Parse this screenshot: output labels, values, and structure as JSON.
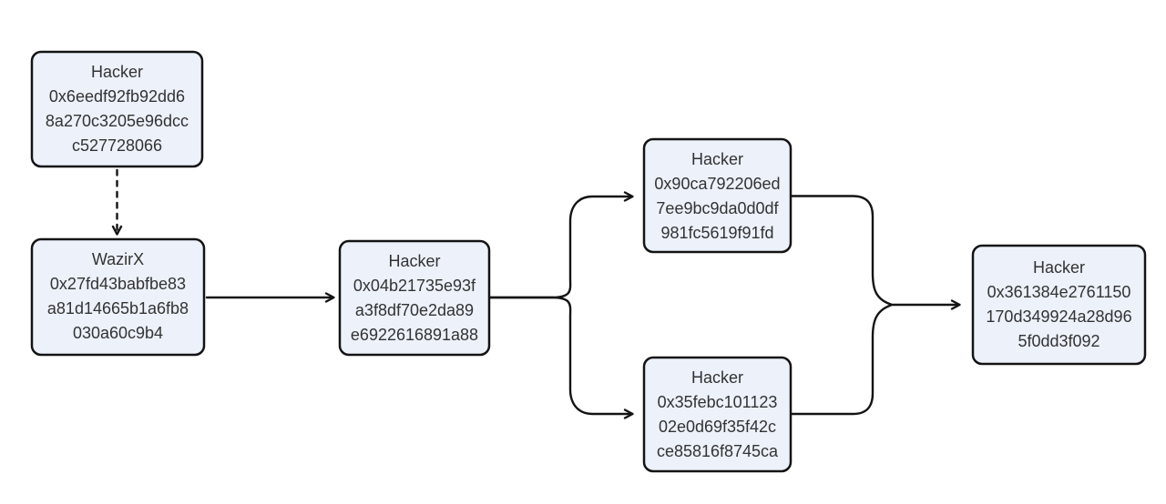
{
  "diagram": {
    "type": "flowchart",
    "background": "#ffffff",
    "node_fill": "#ecf1fa",
    "node_border": "#141414",
    "edge_color": "#141414",
    "text_color": "#333333",
    "nodes": [
      {
        "id": "hacker_origin",
        "lines": [
          "Hacker",
          "0x6eedf92fb92dd6",
          "8a270c3205e96dcc",
          "c527728066"
        ]
      },
      {
        "id": "wazirx",
        "lines": [
          "WazirX",
          "0x27fd43babfbe83",
          "a81d14665b1a6fb8",
          "030a60c9b4"
        ]
      },
      {
        "id": "hacker_mid",
        "lines": [
          "Hacker",
          "0x04b21735e93f",
          "a3f8df70e2da89",
          "e6922616891a88"
        ]
      },
      {
        "id": "hacker_split_top",
        "lines": [
          "Hacker",
          "0x90ca792206ed",
          "7ee9bc9da0d0df",
          "981fc5619f91fd"
        ]
      },
      {
        "id": "hacker_split_bottom",
        "lines": [
          "Hacker",
          "0x35febc101123",
          "02e0d69f35f42c",
          "ce85816f8745ca"
        ]
      },
      {
        "id": "hacker_final",
        "lines": [
          "Hacker",
          "0x361384e2761150",
          "170d349924a28d96",
          "5f0dd3f092"
        ]
      }
    ],
    "edges": [
      {
        "from": "hacker_origin",
        "to": "wazirx",
        "style": "dashed"
      },
      {
        "from": "wazirx",
        "to": "hacker_mid",
        "style": "solid"
      },
      {
        "from": "hacker_mid",
        "to": "hacker_split_top",
        "style": "solid"
      },
      {
        "from": "hacker_mid",
        "to": "hacker_split_bottom",
        "style": "solid"
      },
      {
        "from": "hacker_split_top",
        "to": "hacker_final",
        "style": "solid"
      },
      {
        "from": "hacker_split_bottom",
        "to": "hacker_final",
        "style": "solid"
      }
    ]
  }
}
